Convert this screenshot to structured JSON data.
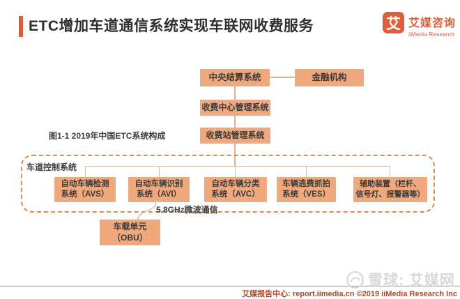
{
  "header": {
    "title": "ETC增加车道通信系统实现车联网收费服务",
    "logo": {
      "symbol": "艾",
      "name_cn": "艾媒咨询",
      "name_en": "iiMedia Research"
    }
  },
  "diagram": {
    "caption": "图1-1 2019年中国ETC系统构成",
    "link_label": "5.8GHz微波通信",
    "nodes": {
      "central_settlement": "中央结算系统",
      "financial_institution": "金融机构",
      "toll_center_mgmt": "收费中心管理系统",
      "toll_station_mgmt": "收费站管理系统",
      "lane_control_group": "车道控制系统",
      "avs": {
        "line1": "自动车辆检测",
        "line2": "系统（AVS）"
      },
      "avi": {
        "line1": "自动车辆识别",
        "line2": "系统（AVI）"
      },
      "avc": {
        "line1": "自动车辆分类",
        "line2": "系统（AVC）"
      },
      "ves": {
        "line1": "车辆逃费抓拍",
        "line2": "系统（VES）"
      },
      "auxiliary": {
        "line1": "辅助装置（栏杆、",
        "line2": "信号灯、报警器等）"
      },
      "obu": {
        "line1": "车载单元",
        "line2": "（OBU）"
      }
    }
  },
  "footer": {
    "credit": "艾媒报告中心: report.iimedia.cn ©2019 iiMedia Research Inc"
  },
  "watermark": {
    "text": "雪球: 艾媒网"
  },
  "colors": {
    "accent_orange": "#DC5B39",
    "node_fill": "#F0A87D",
    "dashed_border": "#E0894F",
    "connector": "#E3AF90",
    "inner_connector": "#CFC0A4",
    "footer_text": "#A94A2D",
    "watermark_gray": "#D8D8D8"
  }
}
